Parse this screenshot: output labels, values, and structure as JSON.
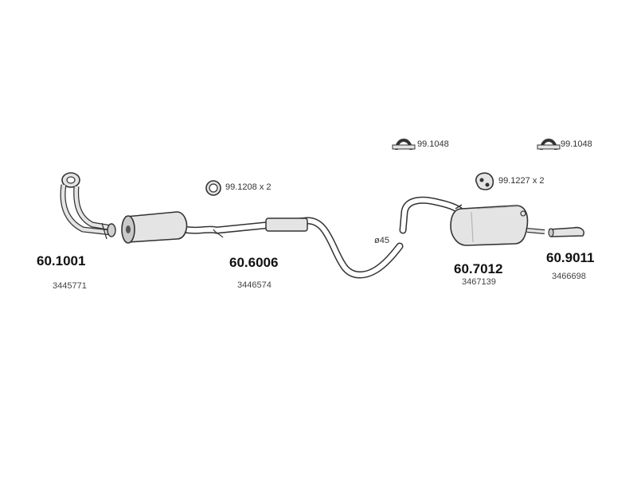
{
  "parts": [
    {
      "part_no": "60.1001",
      "oem_no": "3445771"
    },
    {
      "part_no": "60.6006",
      "oem_no": "3446574"
    },
    {
      "part_no": "60.7012",
      "oem_no": "3467139"
    },
    {
      "part_no": "60.9011",
      "oem_no": "3466698"
    }
  ],
  "accessories": [
    {
      "label": "99.1208 x 2",
      "icon": "ring-clamp-icon"
    },
    {
      "label": "99.1048",
      "icon": "u-bolt-clamp-icon"
    },
    {
      "label": "99.1048",
      "icon": "u-bolt-clamp-icon"
    },
    {
      "label": "99.1227 x 2",
      "icon": "rubber-hanger-icon"
    }
  ],
  "dimensions": {
    "pipe_diameter": "ø45"
  },
  "colors": {
    "line": "#333333",
    "fill": "#e4e4e4",
    "shade": "#b5b5b5"
  }
}
